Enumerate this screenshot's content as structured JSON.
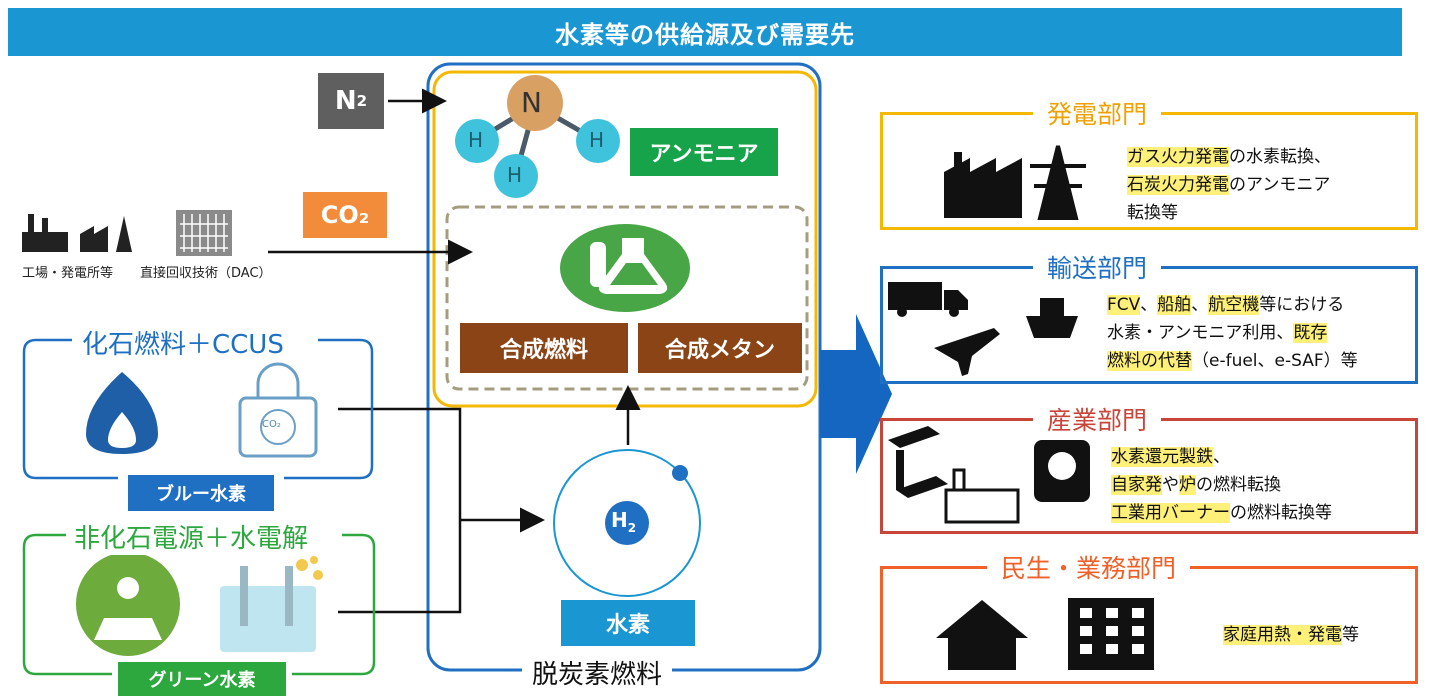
{
  "header": {
    "title": "水素等の供給源及び需要先"
  },
  "inputs": {
    "n2": {
      "main": "N",
      "sub": "2"
    },
    "co2": "CO₂",
    "factory_caption": "工場・発電所等",
    "dac_caption": "直接回収技術（DAC）"
  },
  "center": {
    "ammonia_label": "アンモニア",
    "synthetic_fuel_label": "合成燃料",
    "synthetic_methane_label": "合成メタン",
    "hydrogen_label": "水素",
    "h2_symbol": {
      "main": "H",
      "sub": "2"
    },
    "decarbonized_fuel_label": "脱炭素燃料",
    "molecule_atoms": {
      "center": "N",
      "h": "H"
    }
  },
  "sources": {
    "fossil": {
      "title": "化石燃料＋CCUS",
      "label": "ブルー水素",
      "co2_icon_text": "CO₂"
    },
    "renewable": {
      "title": "非化石電源＋水電解",
      "label": "グリーン水素"
    }
  },
  "sectors": [
    {
      "title": "発電部門",
      "color": "#f5b800",
      "lines": [
        [
          {
            "t": "ガス火力発電",
            "hl": true
          },
          {
            "t": "の水素転換、",
            "hl": false
          }
        ],
        [
          {
            "t": "石炭火力発電",
            "hl": true
          },
          {
            "t": "のアンモニア",
            "hl": false
          }
        ],
        [
          {
            "t": "転換等",
            "hl": false
          }
        ]
      ]
    },
    {
      "title": "輸送部門",
      "color": "#1f6fc2",
      "lines": [
        [
          {
            "t": "FCV",
            "hl": true
          },
          {
            "t": "、",
            "hl": false
          },
          {
            "t": "船舶",
            "hl": true
          },
          {
            "t": "、",
            "hl": false
          },
          {
            "t": "航空機",
            "hl": true
          },
          {
            "t": "等における",
            "hl": false
          }
        ],
        [
          {
            "t": "水素・アンモニア利用、",
            "hl": false
          },
          {
            "t": "既存",
            "hl": true
          }
        ],
        [
          {
            "t": "燃料の代替",
            "hl": true
          },
          {
            "t": "（e-fuel、e-SAF）等",
            "hl": false
          }
        ]
      ]
    },
    {
      "title": "産業部門",
      "color": "#c8453a",
      "lines": [
        [
          {
            "t": "水素還元製鉄",
            "hl": true
          },
          {
            "t": "、",
            "hl": false
          }
        ],
        [
          {
            "t": "自家発",
            "hl": true
          },
          {
            "t": "や",
            "hl": false
          },
          {
            "t": "炉",
            "hl": true
          },
          {
            "t": "の燃料転換",
            "hl": false
          }
        ],
        [
          {
            "t": "工業用バーナー",
            "hl": true
          },
          {
            "t": "の燃料転換等",
            "hl": false
          }
        ]
      ]
    },
    {
      "title": "民生・業務部門",
      "color": "#f0612a",
      "lines": [
        [
          {
            "t": "家庭用熱・発電",
            "hl": true
          },
          {
            "t": "等",
            "hl": false
          }
        ]
      ]
    }
  ],
  "colors": {
    "title_bar": "#1a96d3",
    "ammonia": "#17a34a",
    "brown": "#8a4416",
    "blue": "#1f6fc2",
    "green": "#2ca83f",
    "yellow": "#f5b800"
  }
}
